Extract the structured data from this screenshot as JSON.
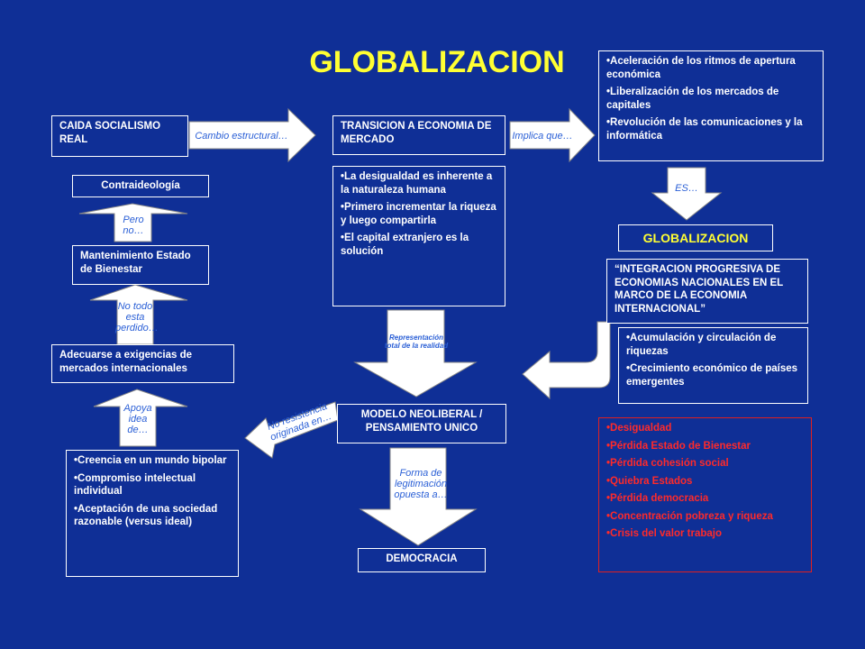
{
  "title": "GLOBALIZACION",
  "boxes": {
    "caida": "CAIDA SOCIALISMO REAL",
    "transicion": "TRANSICION A ECONOMIA DE MERCADO",
    "aceleracion": [
      "Aceleración de los ritmos de apertura económica",
      "Liberalización de los mercados de capitales",
      "Revolución de las comunicaciones y la informática"
    ],
    "contraideologia": "Contraideología",
    "desigualdad_list": [
      "La desigualdad es inherente a la naturaleza humana",
      "Primero incrementar la riqueza y luego compartirla",
      "El capital extranjero es la solución"
    ],
    "globalizacion": "GLOBALIZACION",
    "integracion": "“INTEGRACION PROGRESIVA DE ECONOMIAS NACIONALES EN EL MARCO DE LA ECONOMIA INTERNACIONAL”",
    "mantenimiento": "Mantenimiento Estado de Bienestar",
    "acumulacion": [
      "Acumulación y circulación de riquezas",
      "Crecimiento económico de países emergentes"
    ],
    "adecuarse": "Adecuarse a exigencias de mercados internacionales",
    "modelo": "MODELO NEOLIBERAL / PENSAMIENTO UNICO",
    "consecuencias": [
      "Desigualdad",
      "Pérdida Estado de Bienestar",
      "Pérdida cohesión social",
      "Quiebra Estados",
      "Pérdida democracia",
      "Concentración pobreza y riqueza",
      "Crisis del valor trabajo"
    ],
    "creencia": [
      "Creencia en un mundo bipolar",
      "Compromiso intelectual individual",
      "Aceptación de una sociedad razonable (versus ideal)"
    ],
    "democracia": "DEMOCRACIA"
  },
  "arrows": {
    "cambio": "Cambio estructural…",
    "implica": "Implica que…",
    "es": "ES…",
    "pero": "Pero no…",
    "no_todo": "No todo esta perdido…",
    "apoya": "Apoya idea de…",
    "representacion": "Representación total de la realidad",
    "no_resistencia": "No resistencia originada en…",
    "forma": "Forma de legitimación opuesta a…"
  }
}
